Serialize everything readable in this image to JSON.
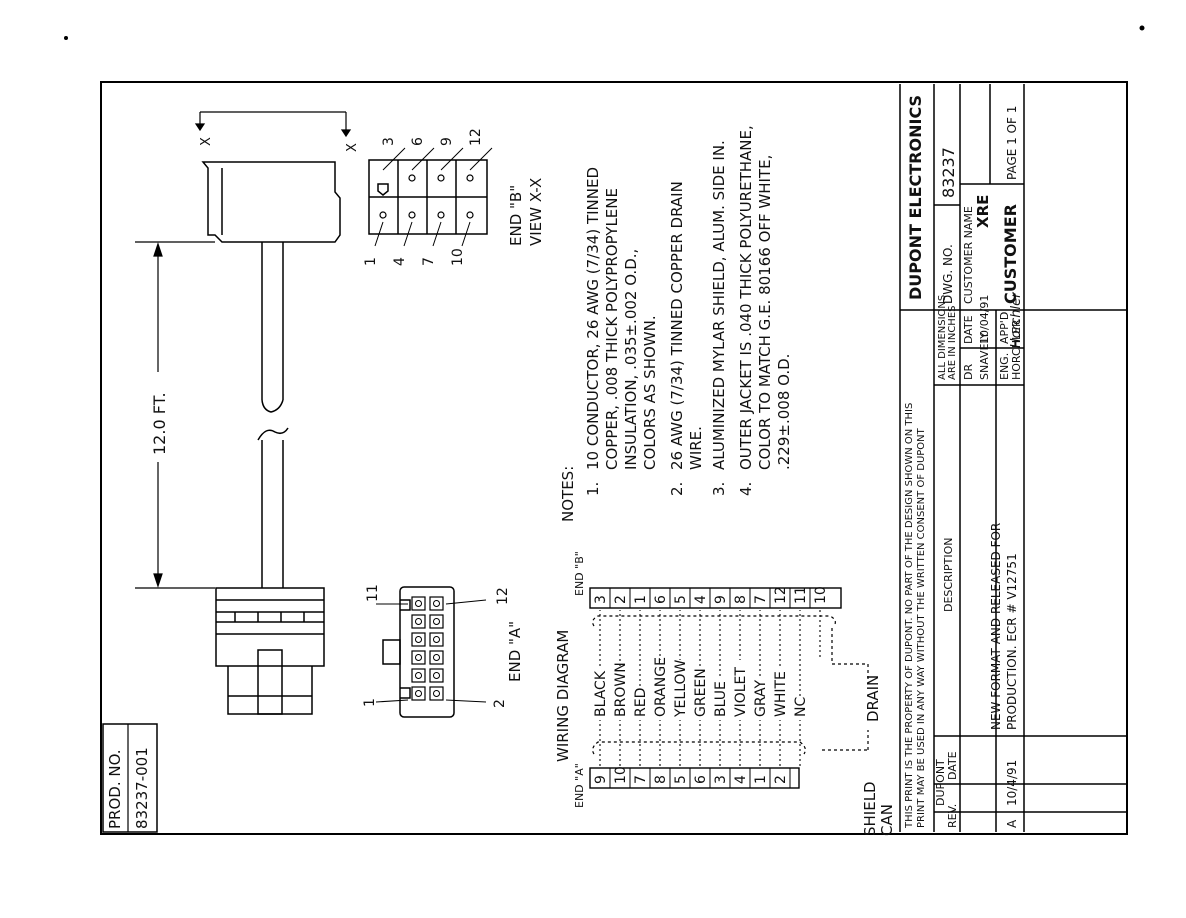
{
  "prod": {
    "label": "PROD. NO.",
    "number": "83237-001"
  },
  "notes": {
    "heading": "NOTES:",
    "items": [
      {
        "num": "1.",
        "lines": [
          "10 CONDUCTOR, 26 AWG (7/34) TINNED",
          "COPPER, .008 THICK POLYPROPYLENE",
          "INSULATION, .035±.002 O.D.,",
          "COLORS AS SHOWN."
        ]
      },
      {
        "num": "2.",
        "lines": [
          "26 AWG (7/34) TINNED COPPER DRAIN",
          "WIRE."
        ]
      },
      {
        "num": "3.",
        "lines": [
          "ALUMINIZED MYLAR SHIELD, ALUM. SIDE IN."
        ]
      },
      {
        "num": "4.",
        "lines": [
          "OUTER JACKET IS .040 THICK POLYURETHANE,",
          "COLOR TO MATCH G.E. 80166 OFF WHITE,",
          ".229±.008 O.D."
        ]
      }
    ]
  },
  "cable": {
    "length": "12.0 FT."
  },
  "section": {
    "marker": "X",
    "end_b": "END \"B\"",
    "view": "VIEW X-X"
  },
  "end_b_pins": {
    "top": [
      "3",
      "6",
      "9",
      "12"
    ],
    "bottom": [
      "1",
      "4",
      "7",
      "10"
    ]
  },
  "end_a": {
    "label": "END \"A\"",
    "pins": [
      "11",
      "12",
      "1",
      "2"
    ]
  },
  "wiring": {
    "title": "WIRING DIAGRAM",
    "end_a_header": "END \"A\"",
    "end_b_header": "END \"B\"",
    "rows": [
      {
        "a": "9",
        "color": "BLACK",
        "b": "3"
      },
      {
        "a": "10",
        "color": "BROWN",
        "b": "2"
      },
      {
        "a": "7",
        "color": "RED",
        "b": "1"
      },
      {
        "a": "8",
        "color": "ORANGE",
        "b": "6"
      },
      {
        "a": "5",
        "color": "YELLOW",
        "b": "5"
      },
      {
        "a": "6",
        "color": "GREEN",
        "b": "4"
      },
      {
        "a": "3",
        "color": "BLUE",
        "b": "9"
      },
      {
        "a": "4",
        "color": "VIOLET",
        "b": "8"
      },
      {
        "a": "1",
        "color": "GRAY",
        "b": "7"
      },
      {
        "a": "2",
        "color": "WHITE",
        "b": "12"
      },
      {
        "a": "",
        "color": "NC",
        "b": "11"
      },
      {
        "a": "",
        "color": "",
        "b": "10"
      }
    ],
    "shield_lines": [
      "SHIELD",
      "CAN"
    ],
    "drain": "DRAIN"
  },
  "title_block": {
    "company": "DUPONT ELECTRONICS",
    "dwg_label": "DWG. NO.",
    "dwg_no": "83237",
    "customer_name_label": "CUSTOMER NAME",
    "customer_name": "XRE",
    "customer": "CUSTOMER",
    "page": "PAGE 1 OF 1",
    "dims_lines": [
      "ALL DIMENSIONS",
      "ARE IN INCHES"
    ],
    "dr_label": "DR",
    "dr_name": "SNAVELY",
    "date_label": "DATE",
    "date": "10/04/91",
    "eng_label": "ENG.",
    "eng_name": "HORCHLER",
    "appd_label": "APP'D.",
    "signature": "Horchler",
    "proprietary_lines": [
      "THIS PRINT IS THE PROPERTY OF DUPONT. NO PART OF THE DESIGN SHOWN ON THIS",
      "PRINT MAY BE USED IN ANY WAY WITHOUT THE WRITTEN CONSENT OF DUPONT"
    ],
    "rev_head": {
      "rev": "REV.",
      "dupont": "DUPONT",
      "date": "DATE",
      "desc": "DESCRIPTION"
    },
    "revision": {
      "rev": "A",
      "date": "10/4/91",
      "desc_lines": [
        "NEW FORMAT AND RELEASED FOR",
        "PRODUCTION. ECR # V12751"
      ]
    }
  }
}
